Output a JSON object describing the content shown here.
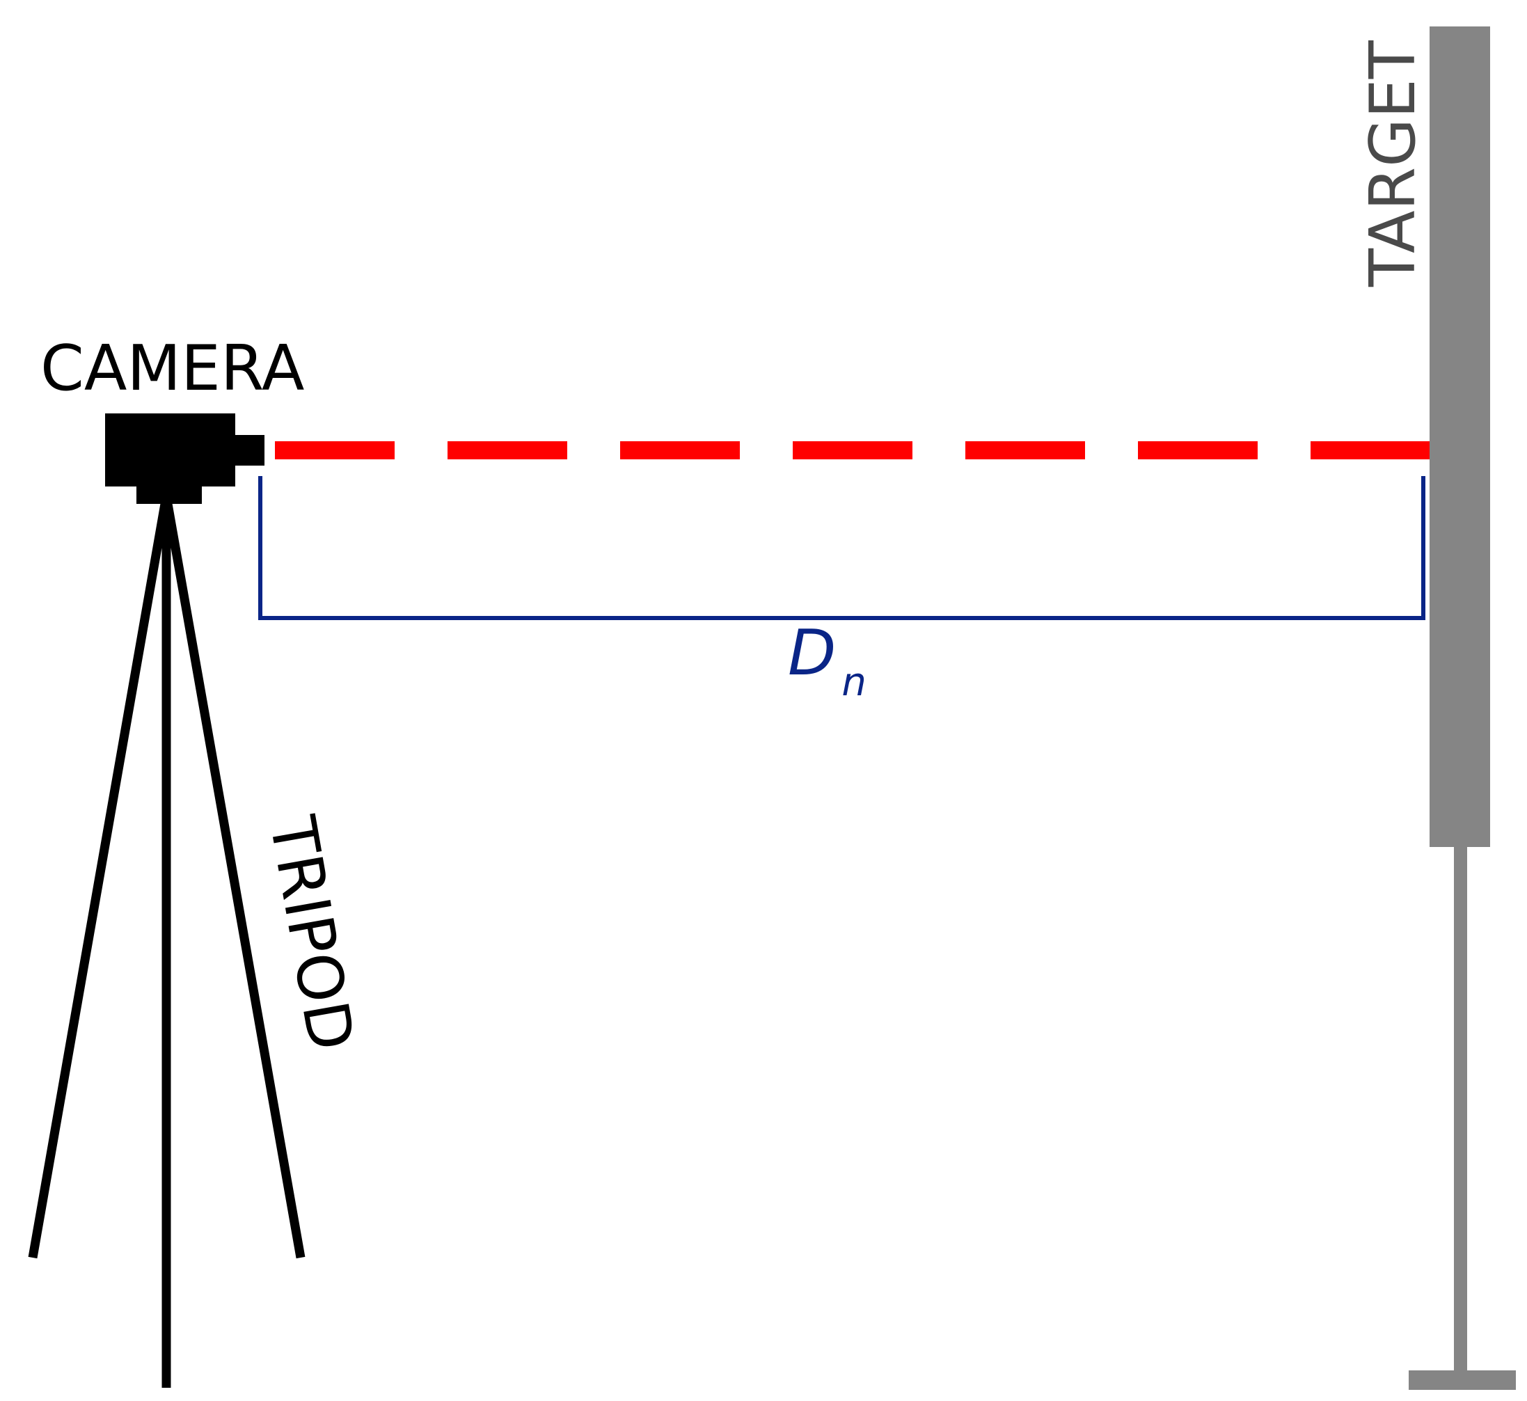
{
  "labels": {
    "camera": "CAMERA",
    "tripod": "TRIPOD",
    "target": "TARGET",
    "distance_symbol": "D",
    "distance_subscript": "n"
  },
  "colors": {
    "camera": "#000000",
    "tripod": "#000000",
    "target_board": "#858585",
    "target_stand": "#858585",
    "target_label": "#4a4a4a",
    "sight_line": "#ff0000",
    "dimension": "#0a2587",
    "background": "#ffffff"
  }
}
